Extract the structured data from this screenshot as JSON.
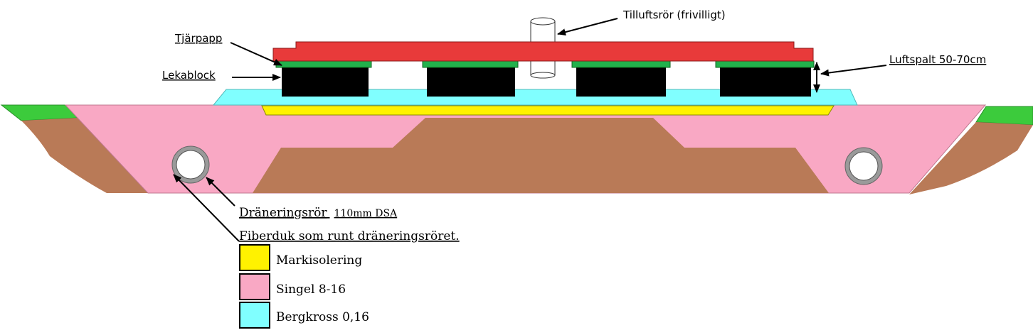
{
  "labels": {
    "tilluft": "Tilluftsrör (frivilligt)",
    "tjarpapp": "Tjärpapp",
    "lekablock": "Lekablock",
    "luftspalt": "Luftspalt 50-70cm",
    "draneringsror_main": "Dräneringsrör",
    "draneringsror_spec": "110mm DSA",
    "fiberduk": "Fiberduk som runt dräneringsröret."
  },
  "legend": [
    {
      "label": "Markisolering",
      "color": "#fff200"
    },
    {
      "label": "Singel 8-16",
      "color": "#f9a8c4"
    },
    {
      "label": "Bergkross 0,16",
      "color": "#80ffff"
    }
  ],
  "colors": {
    "roof": "#e83a3a",
    "tarpaper": "#22b14c",
    "block": "#000000",
    "gravel": "#80ffff",
    "singel": "#f9a8c4",
    "insulation": "#fff200",
    "soil": "#b97a57",
    "grass": "#3ccb3c"
  }
}
